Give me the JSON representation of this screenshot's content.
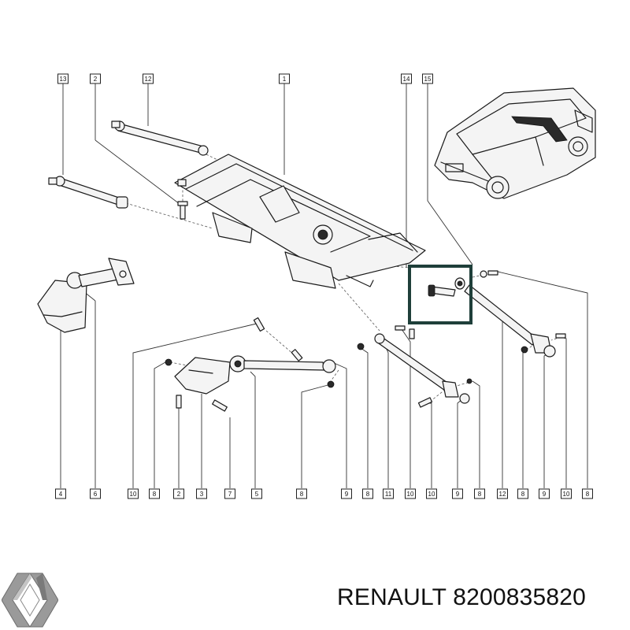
{
  "callouts_top": [
    "13",
    "2",
    "12",
    "1",
    "14",
    "15"
  ],
  "callouts_bottom": [
    "4",
    "6",
    "10",
    "8",
    "2",
    "3",
    "7",
    "5",
    "8",
    "9",
    "8",
    "11",
    "10",
    "10",
    "9",
    "8",
    "12",
    "8",
    "9",
    "10",
    "8"
  ],
  "footer": {
    "brand_part_text": "RENAULT 8200835820"
  },
  "logo": {
    "icon": "renault-diamond-logo",
    "color": "#808080"
  },
  "highlight_color": "#1f3f3a"
}
